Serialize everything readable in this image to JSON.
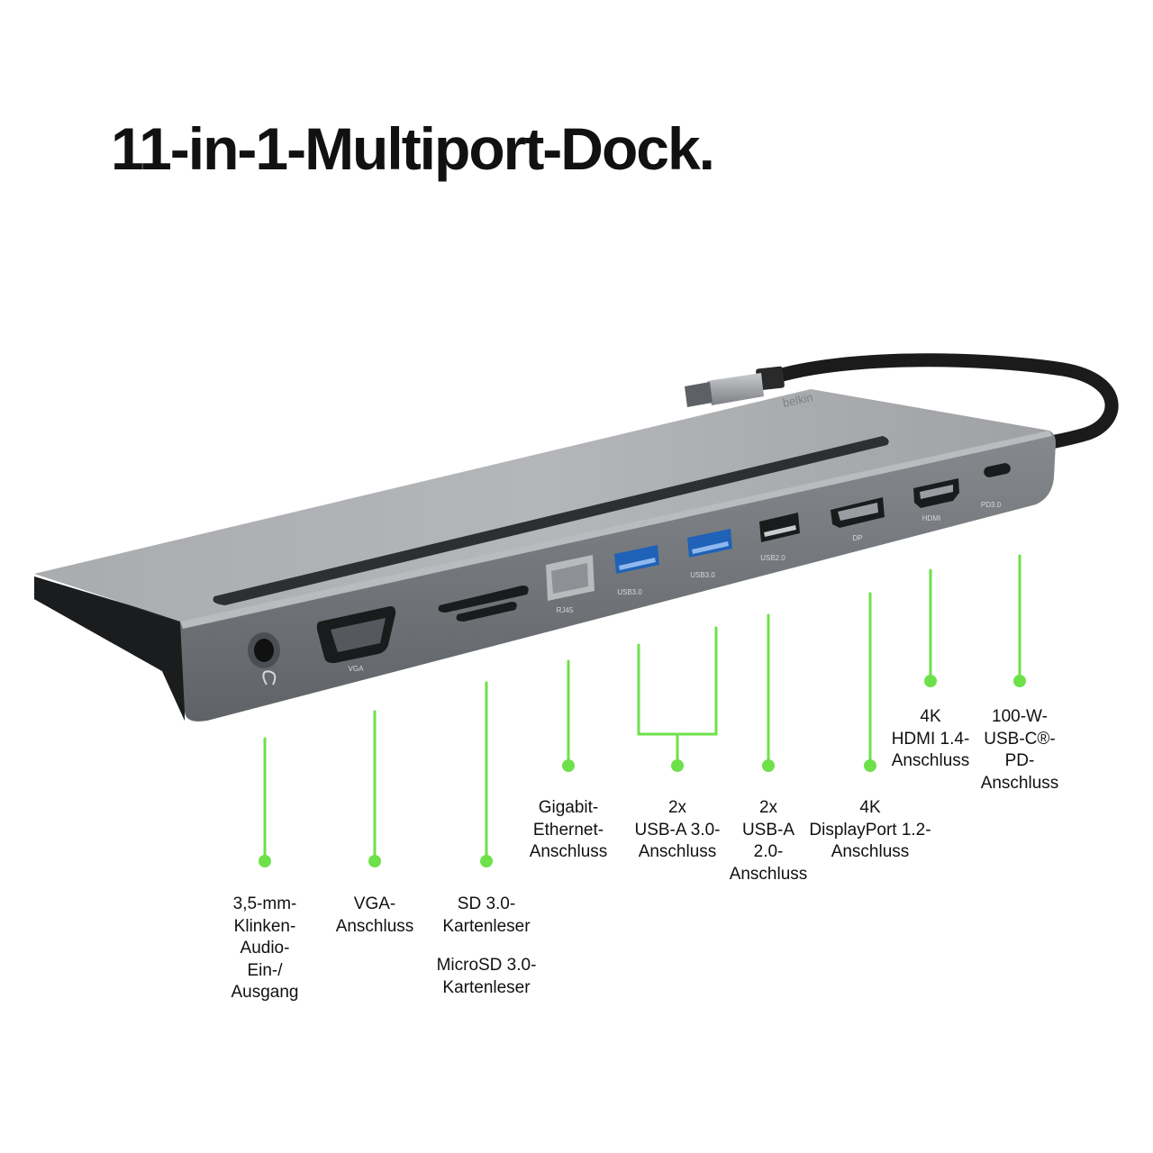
{
  "title": "11-in-1-Multiport-Dock.",
  "brand": "belkin",
  "accent_color": "#6ee14a",
  "device_port_labels": {
    "vga": "VGA",
    "rj45": "RJ45",
    "usb3_a": "USB3.0",
    "usb3_b": "USB3.0",
    "usb2": "USB2.0",
    "dp": "DP",
    "hdmi": "HDMI",
    "pd": "PD3.0"
  },
  "callouts": {
    "audio": [
      "3,5-mm-",
      "Klinken-",
      "Audio-",
      "Ein-/",
      "Ausgang"
    ],
    "vga": [
      "VGA-",
      "Anschluss"
    ],
    "sd": [
      "SD 3.0-",
      "Kartenleser"
    ],
    "microsd": [
      "MicroSD 3.0-",
      "Kartenleser"
    ],
    "ethernet": [
      "Gigabit-",
      "Ethernet-",
      "Anschluss"
    ],
    "usb_a3": [
      "2x",
      "USB-A 3.0-",
      "Anschluss"
    ],
    "usb_a2": [
      "2x",
      "USB-A",
      "2.0-",
      "Anschluss"
    ],
    "displayport": [
      "4K",
      "DisplayPort 1.2-",
      "Anschluss"
    ],
    "hdmi": [
      "4K",
      "HDMI 1.4-",
      "Anschluss"
    ],
    "usbc_pd": [
      "100-W-",
      "USB-C®-",
      "PD-",
      "Anschluss"
    ]
  }
}
